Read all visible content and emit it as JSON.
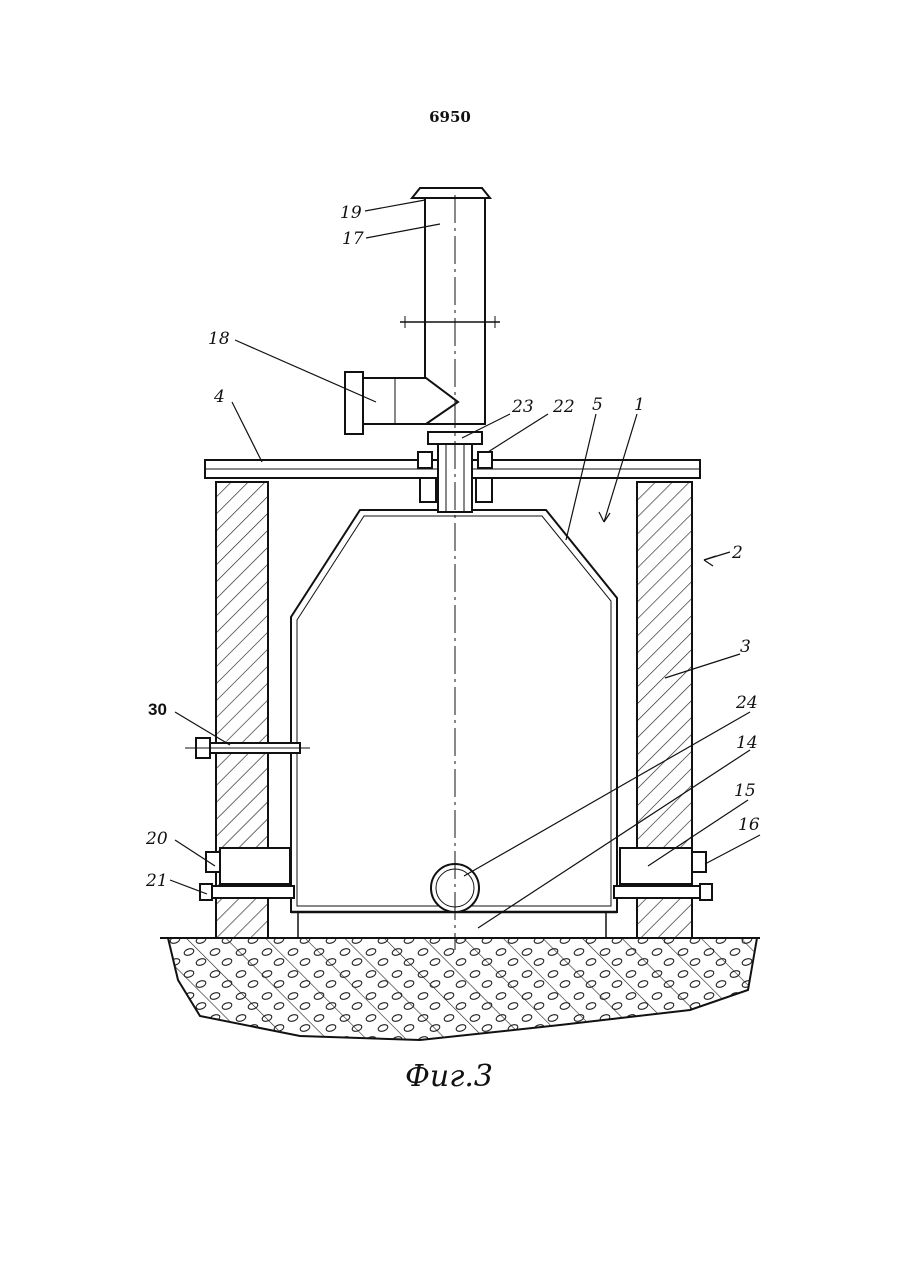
{
  "page_number": "6950",
  "figure_caption": "Фиг.3",
  "labels": {
    "l19": "19",
    "l17": "17",
    "l18": "18",
    "l4": "4",
    "l23": "23",
    "l22": "22",
    "l5": "5",
    "l1": "1",
    "l2": "2",
    "l3": "3",
    "l30": "30",
    "l24": "24",
    "l14": "14",
    "l15": "15",
    "l16": "16",
    "l20": "20",
    "l21": "21"
  }
}
